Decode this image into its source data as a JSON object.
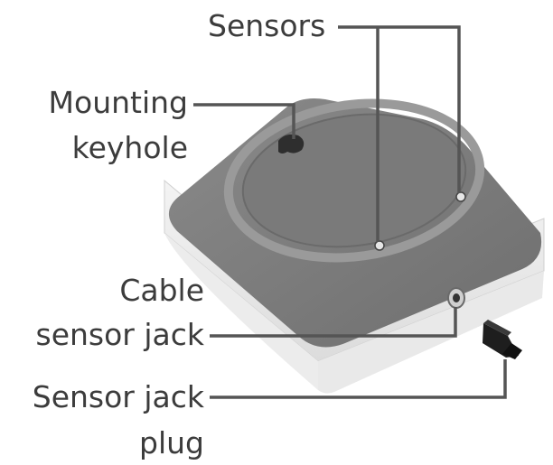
{
  "labels": {
    "sensors": "Sensors",
    "mounting_line1": "Mounting",
    "mounting_line2": "keyhole",
    "cable_line1": "Cable",
    "cable_line2": "sensor jack",
    "plug_line1": "Sensor jack",
    "plug_line2": "plug"
  },
  "colors": {
    "text": "#3c3c3c",
    "leader": "#555555",
    "device_top": "#7f7f7f",
    "device_base": "#ffffff"
  },
  "icons": [
    "wireless-sensor-device",
    "sensor-jack-plug"
  ]
}
